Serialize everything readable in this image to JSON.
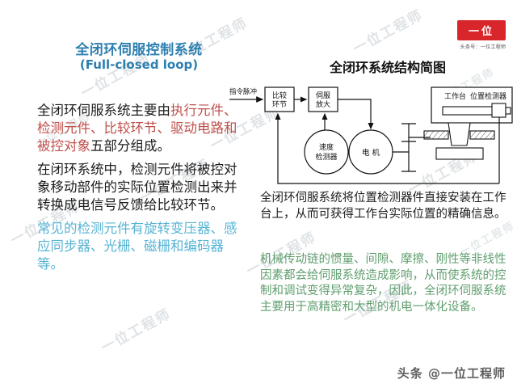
{
  "logo": {
    "mark_text": "一位",
    "caption": "头条号：一位工程师",
    "brand_color": "#d8262a"
  },
  "watermark": {
    "text": "一位工程师",
    "bottom_text": "头条 @一位工程师",
    "color": "#dfe3e6"
  },
  "left": {
    "title_cn": "全闭环伺服控制系统",
    "title_en": "(Full-closed loop)",
    "title_color": "#2d7fb0",
    "paragraph1_part1": "全闭环伺服系统主要由",
    "paragraph1_highlight": "执行元件、检测元件、比较环节、驱动电路和被控对象",
    "paragraph1_part2": "五部分组成。",
    "paragraph2": "在闭环系统中，检测元件将被控对象移动部件的实际位置检测出来并转换成电信号反馈给比较环节。",
    "paragraph3": "常见的检测元件有旋转变压器、感应同步器、光栅、磁栅和编码器等。",
    "highlight_color": "#bf504c",
    "paragraph3_color": "#57b4d4"
  },
  "right": {
    "title": "全闭环系统结构简图",
    "paragraph1": "全闭环伺服系统将位置检测器件直接安装在工作台上，从而可获得工作台实际位置的精确信息。",
    "paragraph2": "机械传动链的惯量、间隙、摩擦、刚性等非线性因素都会给伺服系统造成影响，从而使系统的控制和调试变得异常复杂，因此，全闭环伺服系统主要用于高精密和大型的机电一体化设备。",
    "paragraph2_color": "#5f9e6e"
  },
  "diagram": {
    "input_label": "指令脉冲",
    "block_comparator": "比较\n环节",
    "block_comparator_l1": "比较",
    "block_comparator_l2": "环节",
    "block_servo_l1": "伺服",
    "block_servo_l2": "放大",
    "circle_speed_l1": "速度",
    "circle_speed_l2": "检测器",
    "circle_motor": "电 机",
    "stage_label_1": "工作台",
    "stage_label_2": "位置检测器"
  }
}
